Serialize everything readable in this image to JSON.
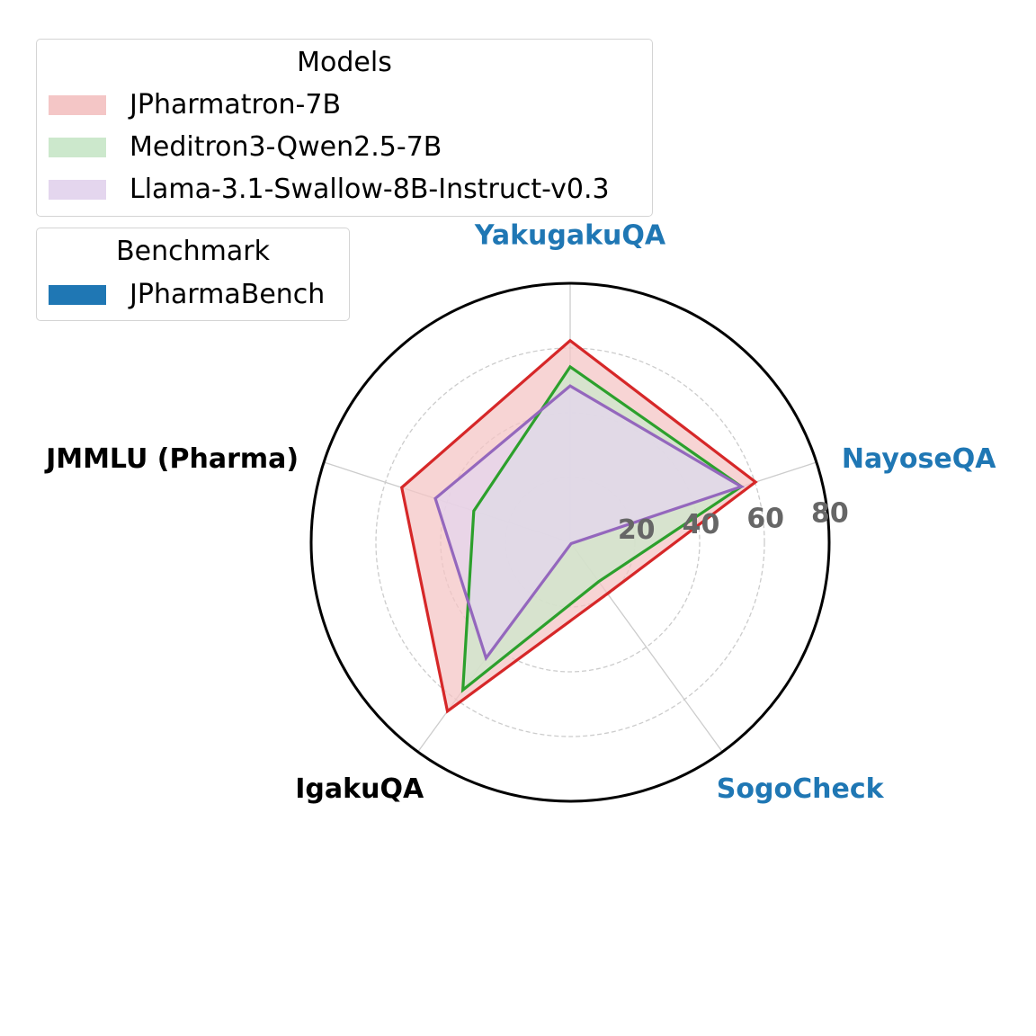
{
  "chart_data": {
    "type": "radar",
    "axes": [
      {
        "label": "YakugakuQA",
        "color": "#1f77b4"
      },
      {
        "label": "NayoseQA",
        "color": "#1f77b4"
      },
      {
        "label": "SogoCheck",
        "color": "#1f77b4"
      },
      {
        "label": "IgakuQA",
        "color": "#000000"
      },
      {
        "label": "JMMLU (Pharma)",
        "color": "#000000"
      }
    ],
    "radial_ticks": [
      "20",
      "40",
      "60",
      "80"
    ],
    "radial_tick_values": [
      20,
      40,
      60,
      80
    ],
    "rmax": 80,
    "series": [
      {
        "name": "JPharmatron-7B",
        "line_color": "#d62728",
        "fill_color": "#f4c6c6",
        "values": [
          62.3,
          60.2,
          19.6,
          64.5,
          54.7
        ]
      },
      {
        "name": "Meditron3-Qwen2.5-7B",
        "line_color": "#2ca02c",
        "fill_color": "#cce8cc",
        "values": [
          54.2,
          55.6,
          15.0,
          56.4,
          31.3
        ]
      },
      {
        "name": "Llama-3.1-Swallow-8B-Instruct-v0.3",
        "line_color": "#9467bd",
        "fill_color": "#e4d6ee",
        "values": [
          48.3,
          55.6,
          0.5,
          44.2,
          43.8
        ]
      }
    ]
  },
  "legend_models": {
    "title": "Models",
    "items": [
      {
        "label": "JPharmatron-7B",
        "color": "#f4c6c6"
      },
      {
        "label": "Meditron3-Qwen2.5-7B",
        "color": "#cce8cc"
      },
      {
        "label": "Llama-3.1-Swallow-8B-Instruct-v0.3",
        "color": "#e4d6ee"
      }
    ]
  },
  "legend_benchmark": {
    "title": "Benchmark",
    "items": [
      {
        "label": "JPharmaBench",
        "color": "#1f77b4"
      }
    ]
  }
}
